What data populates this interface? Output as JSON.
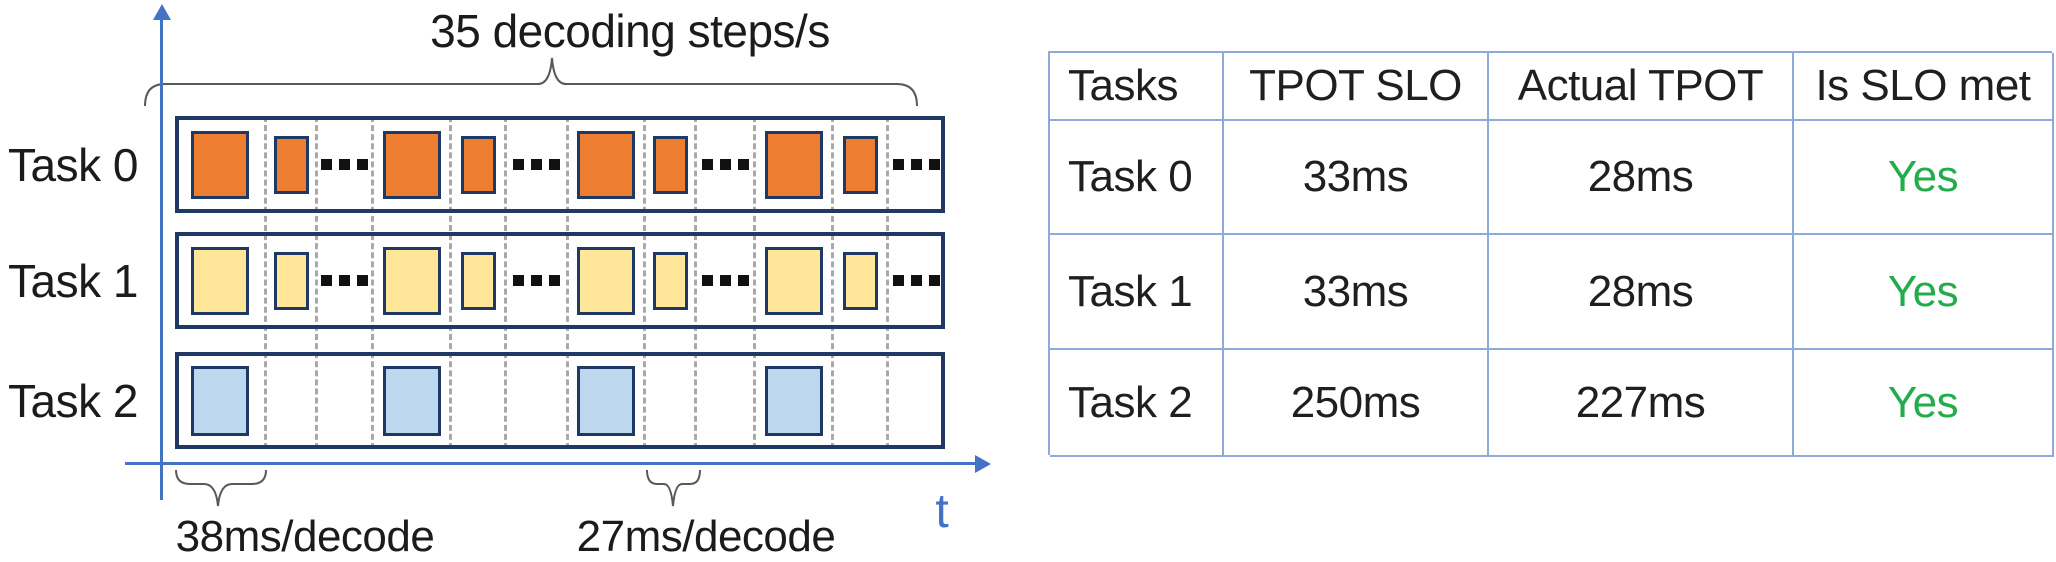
{
  "diagram": {
    "title": "35 decoding steps/s",
    "t_label": "t",
    "bottom_annotations": [
      {
        "label": "38ms/decode"
      },
      {
        "label": "27ms/decode"
      }
    ],
    "tasks": [
      {
        "label": "Task 0",
        "block_color": "#ED7D31",
        "pattern": "dense"
      },
      {
        "label": "Task 1",
        "block_color": "#FFE699",
        "pattern": "dense"
      },
      {
        "label": "Task 2",
        "block_color": "#BDD7EE",
        "pattern": "sparse"
      }
    ],
    "cell_widths": [
      91,
      52,
      56,
      79,
      55,
      63,
      77,
      52,
      59,
      79,
      55,
      58
    ],
    "patterns": {
      "dense": [
        "big",
        "small",
        "dots",
        "big",
        "small",
        "dots",
        "big",
        "small",
        "dots",
        "big",
        "small",
        "dots"
      ],
      "sparse": [
        "big",
        "empty",
        "empty",
        "big",
        "empty",
        "empty",
        "big",
        "empty",
        "empty",
        "big",
        "empty",
        "empty"
      ]
    },
    "colors": {
      "block_border": "#1F3864",
      "row_border": "#1F3864",
      "gridline": "#A9A9A9",
      "axis": "#4472C4",
      "brace": "#595959",
      "dots": "#111111"
    }
  },
  "table": {
    "headers": [
      "Tasks",
      "TPOT SLO",
      "Actual TPOT",
      "Is SLO met"
    ],
    "rows": [
      [
        "Task 0",
        "33ms",
        "28ms",
        "Yes"
      ],
      [
        "Task 1",
        "33ms",
        "28ms",
        "Yes"
      ],
      [
        "Task 2",
        "250ms",
        "227ms",
        "Yes"
      ]
    ],
    "border_color": "#8EAADB",
    "yes_color": "#22AC4C"
  }
}
